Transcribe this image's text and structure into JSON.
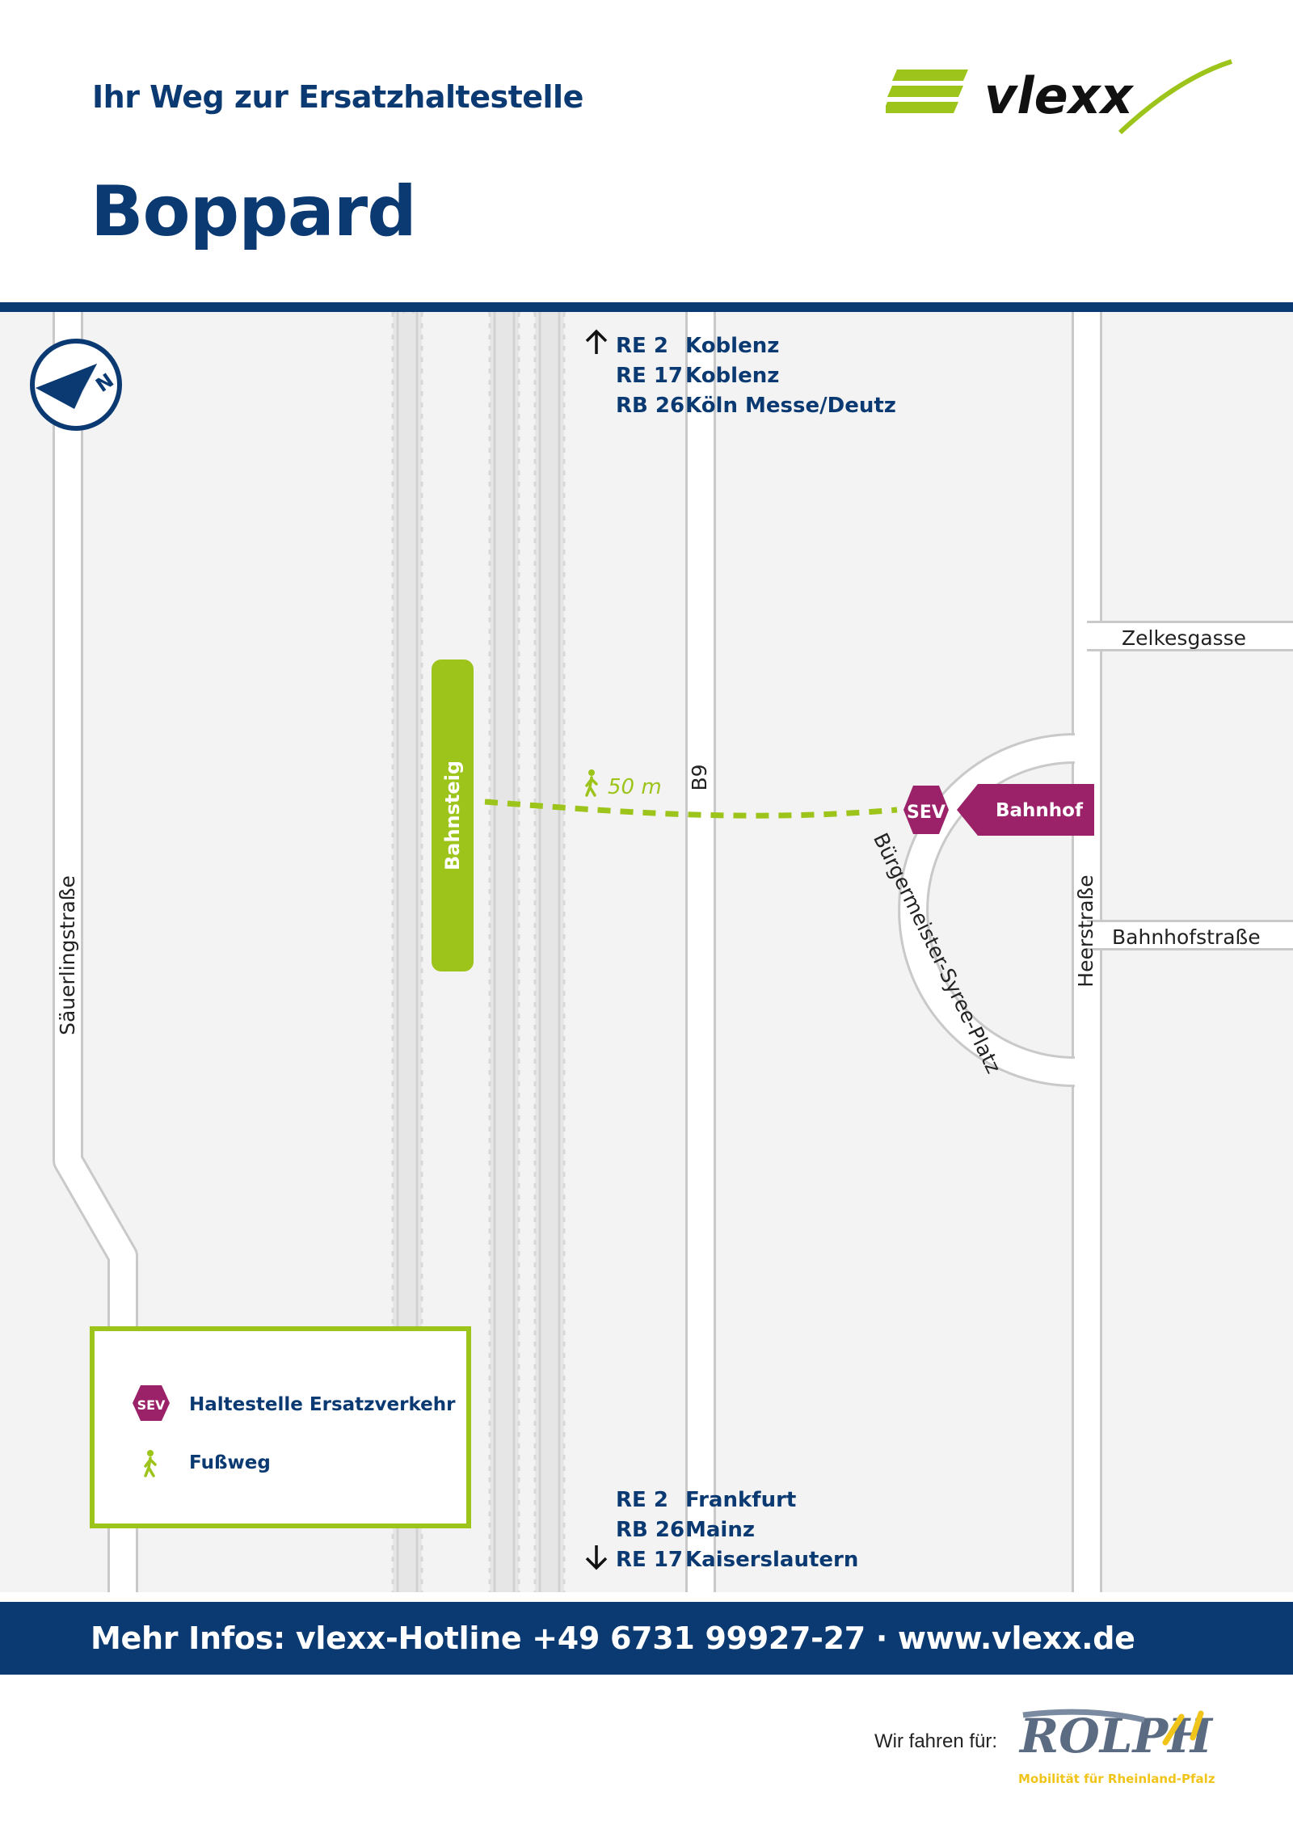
{
  "header": {
    "subtitle": "Ihr Weg zur Ersatzhaltestelle",
    "title": "Boppard",
    "logo_text": "vlexx"
  },
  "map": {
    "north_label": "N",
    "routes_north": [
      {
        "line": "RE 2",
        "destination": "Koblenz"
      },
      {
        "line": "RE 17",
        "destination": "Koblenz"
      },
      {
        "line": "RB 26",
        "destination": "Köln Messe/Deutz"
      }
    ],
    "routes_south": [
      {
        "line": "RE 2",
        "destination": "Frankfurt"
      },
      {
        "line": "RB 26",
        "destination": "Mainz"
      },
      {
        "line": "RE 17",
        "destination": "Kaiserslautern"
      }
    ],
    "streets": {
      "sauerling": "Säuerlingstraße",
      "b9": "B9",
      "zelkesgasse": "Zelkesgasse",
      "heerstrasse": "Heerstraße",
      "bahnhofstrasse": "Bahnhofstraße",
      "buergermeister": "Bürgermeister-Syree-Platz"
    },
    "platform_label": "Bahnsteig",
    "walk_distance": "50 m",
    "sev_label": "SEV",
    "station_label": "Bahnhof"
  },
  "legend": {
    "items": [
      {
        "icon": "sev-hexagon-icon",
        "label": "Haltestelle Ersatzverkehr"
      },
      {
        "icon": "pedestrian-icon",
        "label": "Fußweg"
      }
    ]
  },
  "footer": {
    "info_prefix": "Mehr Infos: vlexx-Hotline +49 6731 99927-27 · ",
    "url": "www.vlexx.de",
    "partner_label": "Wir fahren für:",
    "partner_name": "ROLPH",
    "partner_tagline": "Mobilität für Rheinland-Pfalz"
  },
  "colors": {
    "navy": "#0b3a73",
    "lime": "#9dc41a",
    "magenta": "#9b2268",
    "map_bg": "#f3f3f3"
  }
}
